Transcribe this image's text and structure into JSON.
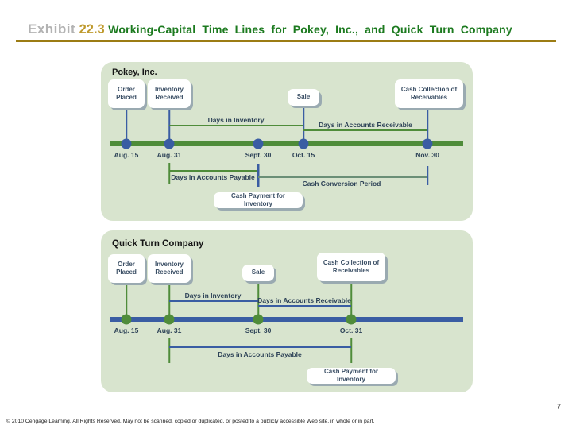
{
  "header": {
    "exhibit_label": "Exhibit",
    "exhibit_number": "22.3",
    "title": "Working-Capital Time Lines for Pokey, Inc., and Quick Turn Company"
  },
  "panels": [
    {
      "name": "Pokey, Inc.",
      "boxes": {
        "order": "Order Placed",
        "inventory": "Inventory Received",
        "sale": "Sale",
        "collection": "Cash Collection of Receivables",
        "payment": "Cash Payment for Inventory"
      },
      "intervals": {
        "inventory": "Days in Inventory",
        "receivable": "Days in Accounts Receivable",
        "payable": "Days in Accounts Payable",
        "conversion": "Cash Conversion Period"
      },
      "dates": [
        "Aug. 15",
        "Aug. 31",
        "Sept. 30",
        "Oct. 15",
        "Nov. 30"
      ],
      "timeline_color": "#4f8c3a",
      "dot_color": "#3a5da3"
    },
    {
      "name": "Quick Turn Company",
      "boxes": {
        "order": "Order Placed",
        "inventory": "Inventory Received",
        "sale": "Sale",
        "collection": "Cash Collection of Receivables",
        "payment": "Cash Payment for Inventory"
      },
      "intervals": {
        "inventory": "Days in Inventory",
        "receivable": "Days in Accounts Receivable",
        "payable": "Days in Accounts Payable"
      },
      "dates": [
        "Aug. 15",
        "Aug. 31",
        "Sept. 30",
        "Oct. 31"
      ],
      "timeline_color": "#3a5da3",
      "dot_color": "#4f8c3a"
    }
  ],
  "colors": {
    "panel_bg": "#d8e4ce",
    "green": "#4f8c3a",
    "blue": "#3a5da3",
    "header_rule_gold": "#9c7c14",
    "title_green": "#1c7a1f",
    "exhibit_gray": "#b3b3b3",
    "exhibit_number_gold": "#bf9a2e"
  },
  "footer": {
    "copyright": "© 2010 Cengage Learning. All Rights Reserved. May not be scanned, copied or duplicated, or posted to a publicly accessible Web site, in whole or in part.",
    "page_number": "7"
  }
}
